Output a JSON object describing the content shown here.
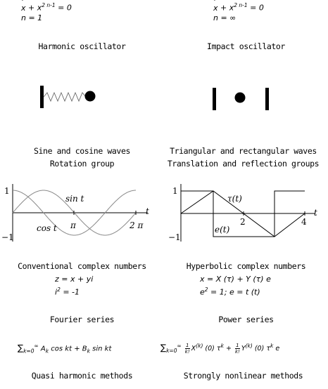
{
  "harmonic": {
    "equation_var": "x",
    "equation_plus": " + x",
    "equation_exp": "2 n-1",
    "equation_rhs": " = 0",
    "n_value": "n = 1",
    "title": "Harmonic oscillator"
  },
  "impact": {
    "equation_var": "x",
    "equation_plus": " + x",
    "equation_exp": "2 n-1",
    "equation_rhs": " = 0",
    "n_value": "n = ∞",
    "title": "Impact oscillator"
  },
  "left_column": {
    "waves": "Sine and cosine waves",
    "group": "Rotation group",
    "numbers_title": "Conventional complex numbers",
    "numbers_eq1": "z = x + yi",
    "numbers_eq2_base": "i",
    "numbers_eq2_exp": "2",
    "numbers_eq2_rhs": " = -1",
    "series_title": "Fourier series",
    "series_formula": "∑",
    "series_formula_sub": "k=0",
    "series_formula_sup": "∞",
    "series_formula_body": " A",
    "series_formula_ak": "k",
    "series_formula_cos": " cos kt + B",
    "series_formula_bk": "k",
    "series_formula_sin": " sin kt",
    "methods": "Quasi harmonic methods"
  },
  "right_column": {
    "waves": "Triangular and rectangular waves",
    "group": "Translation and reflection groups",
    "numbers_title": "Hyperbolic complex numbers",
    "numbers_eq1": "x = X (τ) + Y (τ) e",
    "numbers_eq2_base": "e",
    "numbers_eq2_exp": "2",
    "numbers_eq2_rhs": " = 1;  e = t (t)",
    "series_title": "Power series",
    "series_sum": "∑",
    "series_sum_sub": "k=0",
    "series_sum_sup": "∞",
    "series_body": "X",
    "series_body_sup": "(k)",
    "series_body2": " (0) τ",
    "series_body2_sup": "k",
    "series_plus": " + ",
    "series_body3": "Y",
    "series_body3_sup": "(k)",
    "series_body4": " (0) τ",
    "series_body4_sup": "k",
    "series_body4_e": " e",
    "frac_num": "1",
    "frac_den": "k!",
    "methods": "Strongly nonlinear methods"
  },
  "sine_plot": {
    "y_tick_top": "1",
    "y_tick_bottom": "−1",
    "x_tick_pi": "π",
    "x_tick_2pi": "2 π",
    "axis_label": "t",
    "sin_label": "sin t",
    "cos_label": "cos t"
  },
  "tri_plot": {
    "y_tick_top": "1",
    "y_tick_bottom": "−1",
    "x_tick_2": "2",
    "x_tick_4": "4",
    "axis_label": "t",
    "tau_label": "τ(t)",
    "e_label": "e(t)"
  },
  "colors": {
    "curve": "#8a8a8a",
    "ink": "#000000"
  }
}
